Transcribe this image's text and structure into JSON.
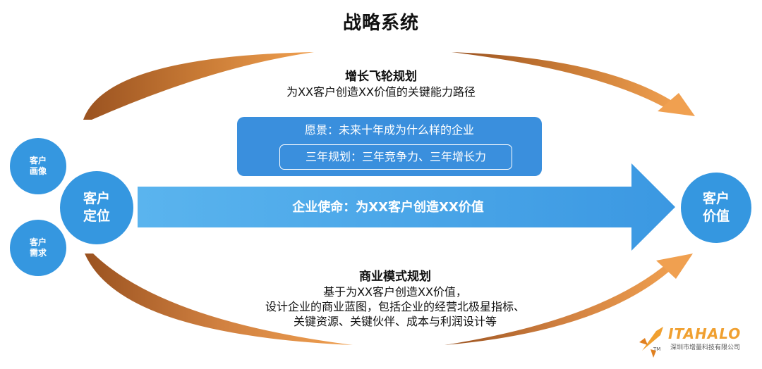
{
  "title": "战略系统",
  "top_flow": {
    "heading": "增长飞轮规划",
    "desc": "为XX客户创造XX价值的关键能力路径"
  },
  "vision": {
    "text": "愿景：未来十年成为什么样的企业",
    "plan": "三年规划：三年竞争力、三年增长力"
  },
  "mission": "企业使命：为XX客户创造XX价值",
  "nodes": {
    "portrait": [
      "客户",
      "画像"
    ],
    "needs": [
      "客户",
      "需求"
    ],
    "position": [
      "客户",
      "定位"
    ],
    "value": [
      "客户",
      "价值"
    ]
  },
  "bottom_flow": {
    "heading": "商业模式规划",
    "lines": [
      "基于为XX客户创造XX价值，",
      "设计企业的商业蓝图，包括企业的经营北极星指标、",
      "关键资源、关键伙伴、成本与利润设计等"
    ]
  },
  "logo": {
    "name": "ITAHALO",
    "subtitle": "深圳市增量科技有限公司",
    "tm": "TM"
  },
  "colors": {
    "primary_blue": "#3597e0",
    "arrow_blue": "#47a7ea",
    "arc_dark": "#b8672a",
    "arc_light": "#f0a050",
    "logo_orange": "#f0a030"
  }
}
